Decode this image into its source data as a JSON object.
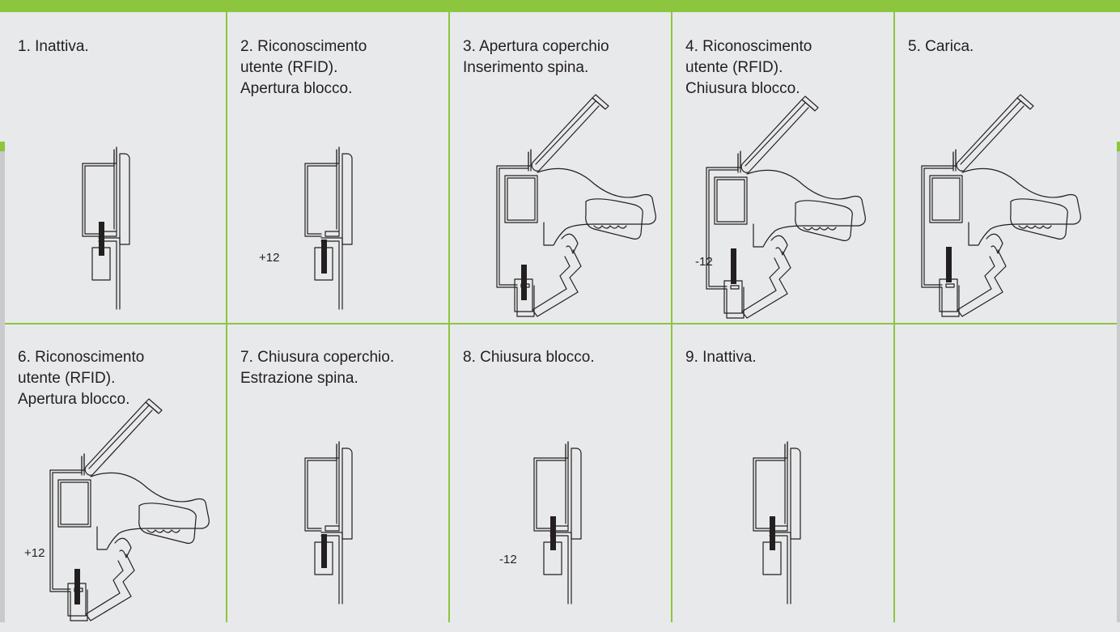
{
  "steps": [
    {
      "label": "1. Inattiva.",
      "diagram": "closed",
      "offset": ""
    },
    {
      "label": "2. Riconoscimento\n    utente (RFID).\n    Apertura blocco.",
      "diagram": "closed-lowered",
      "offset": "+12"
    },
    {
      "label": "3. Apertura coperchio\n    Inserimento spina.",
      "diagram": "open-plug-lowered",
      "offset": ""
    },
    {
      "label": "4. Riconoscimento\n    utente (RFID).\n    Chiusura blocco.",
      "diagram": "open-plug-raised",
      "offset": "-12"
    },
    {
      "label": "5. Carica.",
      "diagram": "open-plug-raised",
      "offset": ""
    },
    {
      "label": "6. Riconoscimento\n    utente (RFID).\n    Apertura blocco.",
      "diagram": "open-plug-lowered",
      "offset": "+12"
    },
    {
      "label": "7. Chiusura coperchio.\n    Estrazione spina.",
      "diagram": "closed-lowered",
      "offset": ""
    },
    {
      "label": "8. Chiusura blocco.",
      "diagram": "closed",
      "offset": "-12"
    },
    {
      "label": "9. Inattiva.",
      "diagram": "closed",
      "offset": ""
    },
    {
      "label": "",
      "diagram": "none",
      "offset": ""
    }
  ],
  "colors": {
    "accent": "#8cc63f",
    "panel": "#e8e9ea",
    "ink": "#231f20"
  }
}
